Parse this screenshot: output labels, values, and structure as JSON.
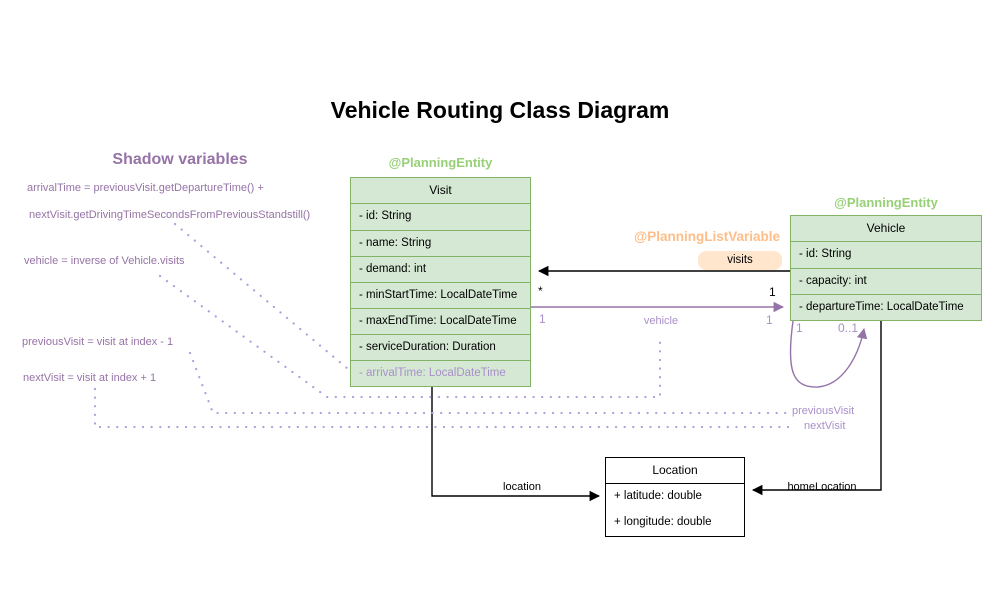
{
  "title": "Vehicle Routing Class Diagram",
  "colors": {
    "green_fill": "#d5e8d4",
    "green_stroke": "#82b366",
    "green_annotation": "#97d077",
    "orange_annotation": "#ffbe87",
    "orange_pill_fill": "#ffe6cc",
    "purple": "#9673a6",
    "purple_light": "#a98fc9",
    "black": "#000000"
  },
  "shadow_panel": {
    "heading": "Shadow variables",
    "notes": [
      "arrivalTime = previousVisit.getDepartureTime() +",
      "nextVisit.getDrivingTimeSecondsFromPreviousStandstill()",
      "vehicle = inverse of Vehicle.visits",
      "previousVisit = visit at index - 1",
      "nextVisit = visit at index + 1"
    ]
  },
  "visit_class": {
    "annotation": "@PlanningEntity",
    "name": "Visit",
    "attributes": [
      "- id: String",
      "- name: String",
      "- demand: int",
      "- minStartTime: LocalDateTime",
      "- maxEndTime: LocalDateTime",
      "- serviceDuration: Duration"
    ],
    "shadow_attribute": "- arrivalTime: LocalDateTime"
  },
  "vehicle_class": {
    "annotation": "@PlanningEntity",
    "name": "Vehicle",
    "attributes": [
      "- id: String",
      "- capacity: int",
      "- departureTime: LocalDateTime"
    ]
  },
  "location_class": {
    "name": "Location",
    "attributes": [
      "+ latitude: double",
      "+ longitude: double"
    ]
  },
  "relations": {
    "visits": {
      "annotation": "@PlanningListVariable",
      "label": "visits",
      "mult_near_visit": "*",
      "mult_near_vehicle": "1"
    },
    "vehicle_ref": {
      "label": "vehicle",
      "mult_left": "1",
      "mult_right": "1"
    },
    "visit_chain_loop": {
      "mult_start": "1",
      "mult_end": "0..1",
      "previous_visit_label": "previousVisit",
      "next_visit_label": "nextVisit"
    },
    "location_ref": {
      "label": "location"
    },
    "home_location_ref": {
      "label": "homeLocation"
    }
  }
}
